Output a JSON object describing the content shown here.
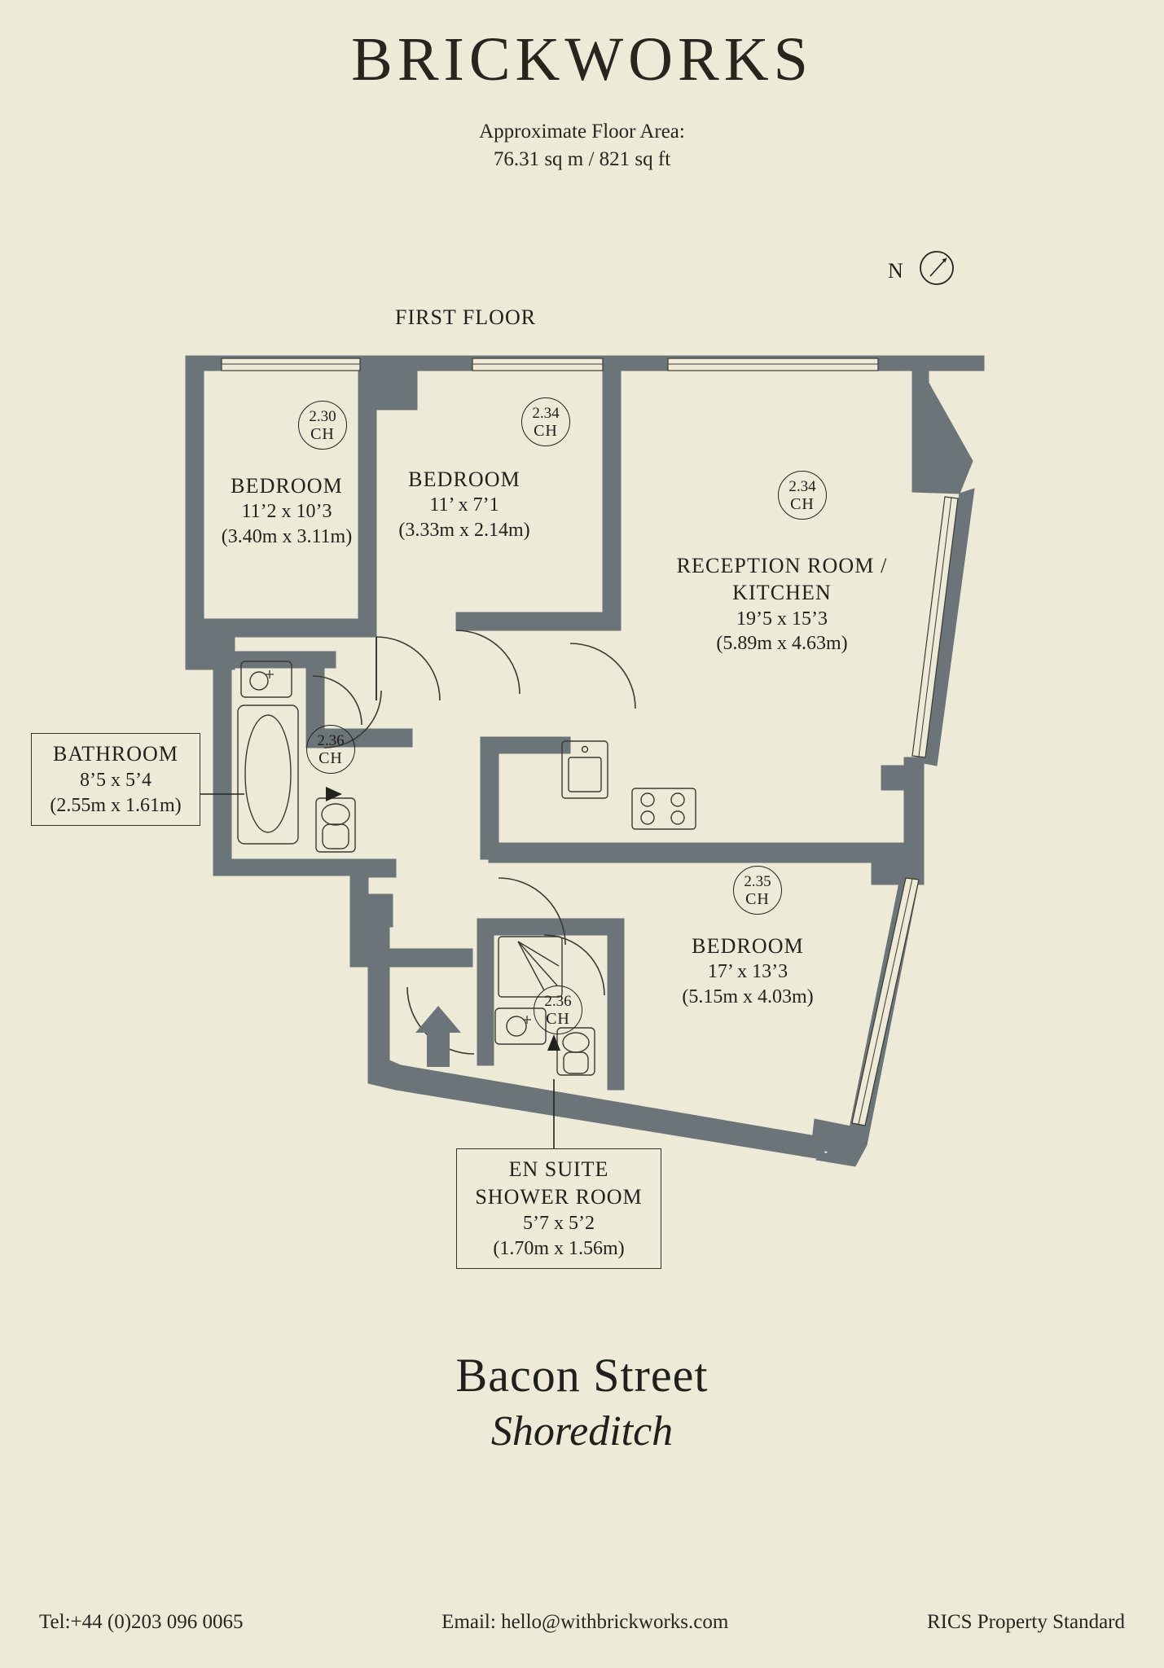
{
  "header": {
    "brand": "BRICKWORKS",
    "area_label": "Approximate Floor Area:",
    "area_value": "76.31 sq m / 821 sq ft"
  },
  "plan": {
    "floor_caption": "FIRST FLOOR",
    "north_letter": "N",
    "wall_color": "#6b7478",
    "background_color": "#edead8",
    "ink_color": "#23231e"
  },
  "rooms": [
    {
      "id": "bedroom-1",
      "name": "BEDROOM",
      "dim_imperial": "11’2 x 10’3",
      "dim_metric": "(3.40m x 3.11m)",
      "ceiling_height": "2.30",
      "ceiling_unit": "CH"
    },
    {
      "id": "bedroom-2",
      "name": "BEDROOM",
      "dim_imperial": "11’ x 7’1",
      "dim_metric": "(3.33m x 2.14m)",
      "ceiling_height": "2.34",
      "ceiling_unit": "CH"
    },
    {
      "id": "reception-kitchen",
      "name_line1": "RECEPTION ROOM /",
      "name_line2": "KITCHEN",
      "dim_imperial": "19’5 x 15’3",
      "dim_metric": "(5.89m x 4.63m)",
      "ceiling_height": "2.34",
      "ceiling_unit": "CH"
    },
    {
      "id": "bedroom-3",
      "name": "BEDROOM",
      "dim_imperial": "17’ x 13’3",
      "dim_metric": "(5.15m x 4.03m)",
      "ceiling_height": "2.35",
      "ceiling_unit": "CH"
    },
    {
      "id": "bathroom",
      "name": "BATHROOM",
      "dim_imperial": "8’5 x 5’4",
      "dim_metric": "(2.55m x 1.61m)",
      "ceiling_height": "2.36",
      "ceiling_unit": "CH"
    },
    {
      "id": "en-suite",
      "name_line1": "EN SUITE",
      "name_line2": "SHOWER ROOM",
      "dim_imperial": "5’7 x 5’2",
      "dim_metric": "(1.70m x 1.56m)",
      "ceiling_height": "2.36",
      "ceiling_unit": "CH"
    }
  ],
  "address": {
    "street": "Bacon Street",
    "district": "Shoreditch"
  },
  "footer": {
    "tel": "Tel:+44 (0)203 096 0065",
    "email": "Email:  hello@withbrickworks.com",
    "standard": "RICS Property Standard"
  }
}
